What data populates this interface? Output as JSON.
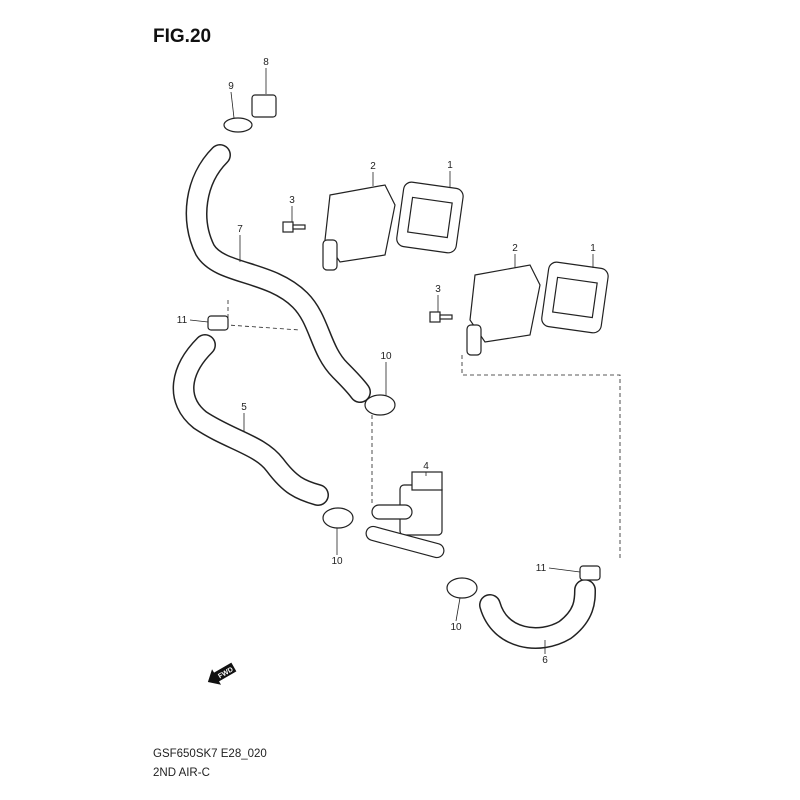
{
  "figure": {
    "title": "FIG.20",
    "model_code": "GSF650SK7 E28_020",
    "subtitle": "2ND AIR-C",
    "fwd_label": "FWD"
  },
  "callouts": [
    "1",
    "2",
    "3",
    "7",
    "8",
    "9",
    "1",
    "2",
    "3",
    "11",
    "10",
    "5",
    "4",
    "10",
    "11",
    "10",
    "6"
  ]
}
